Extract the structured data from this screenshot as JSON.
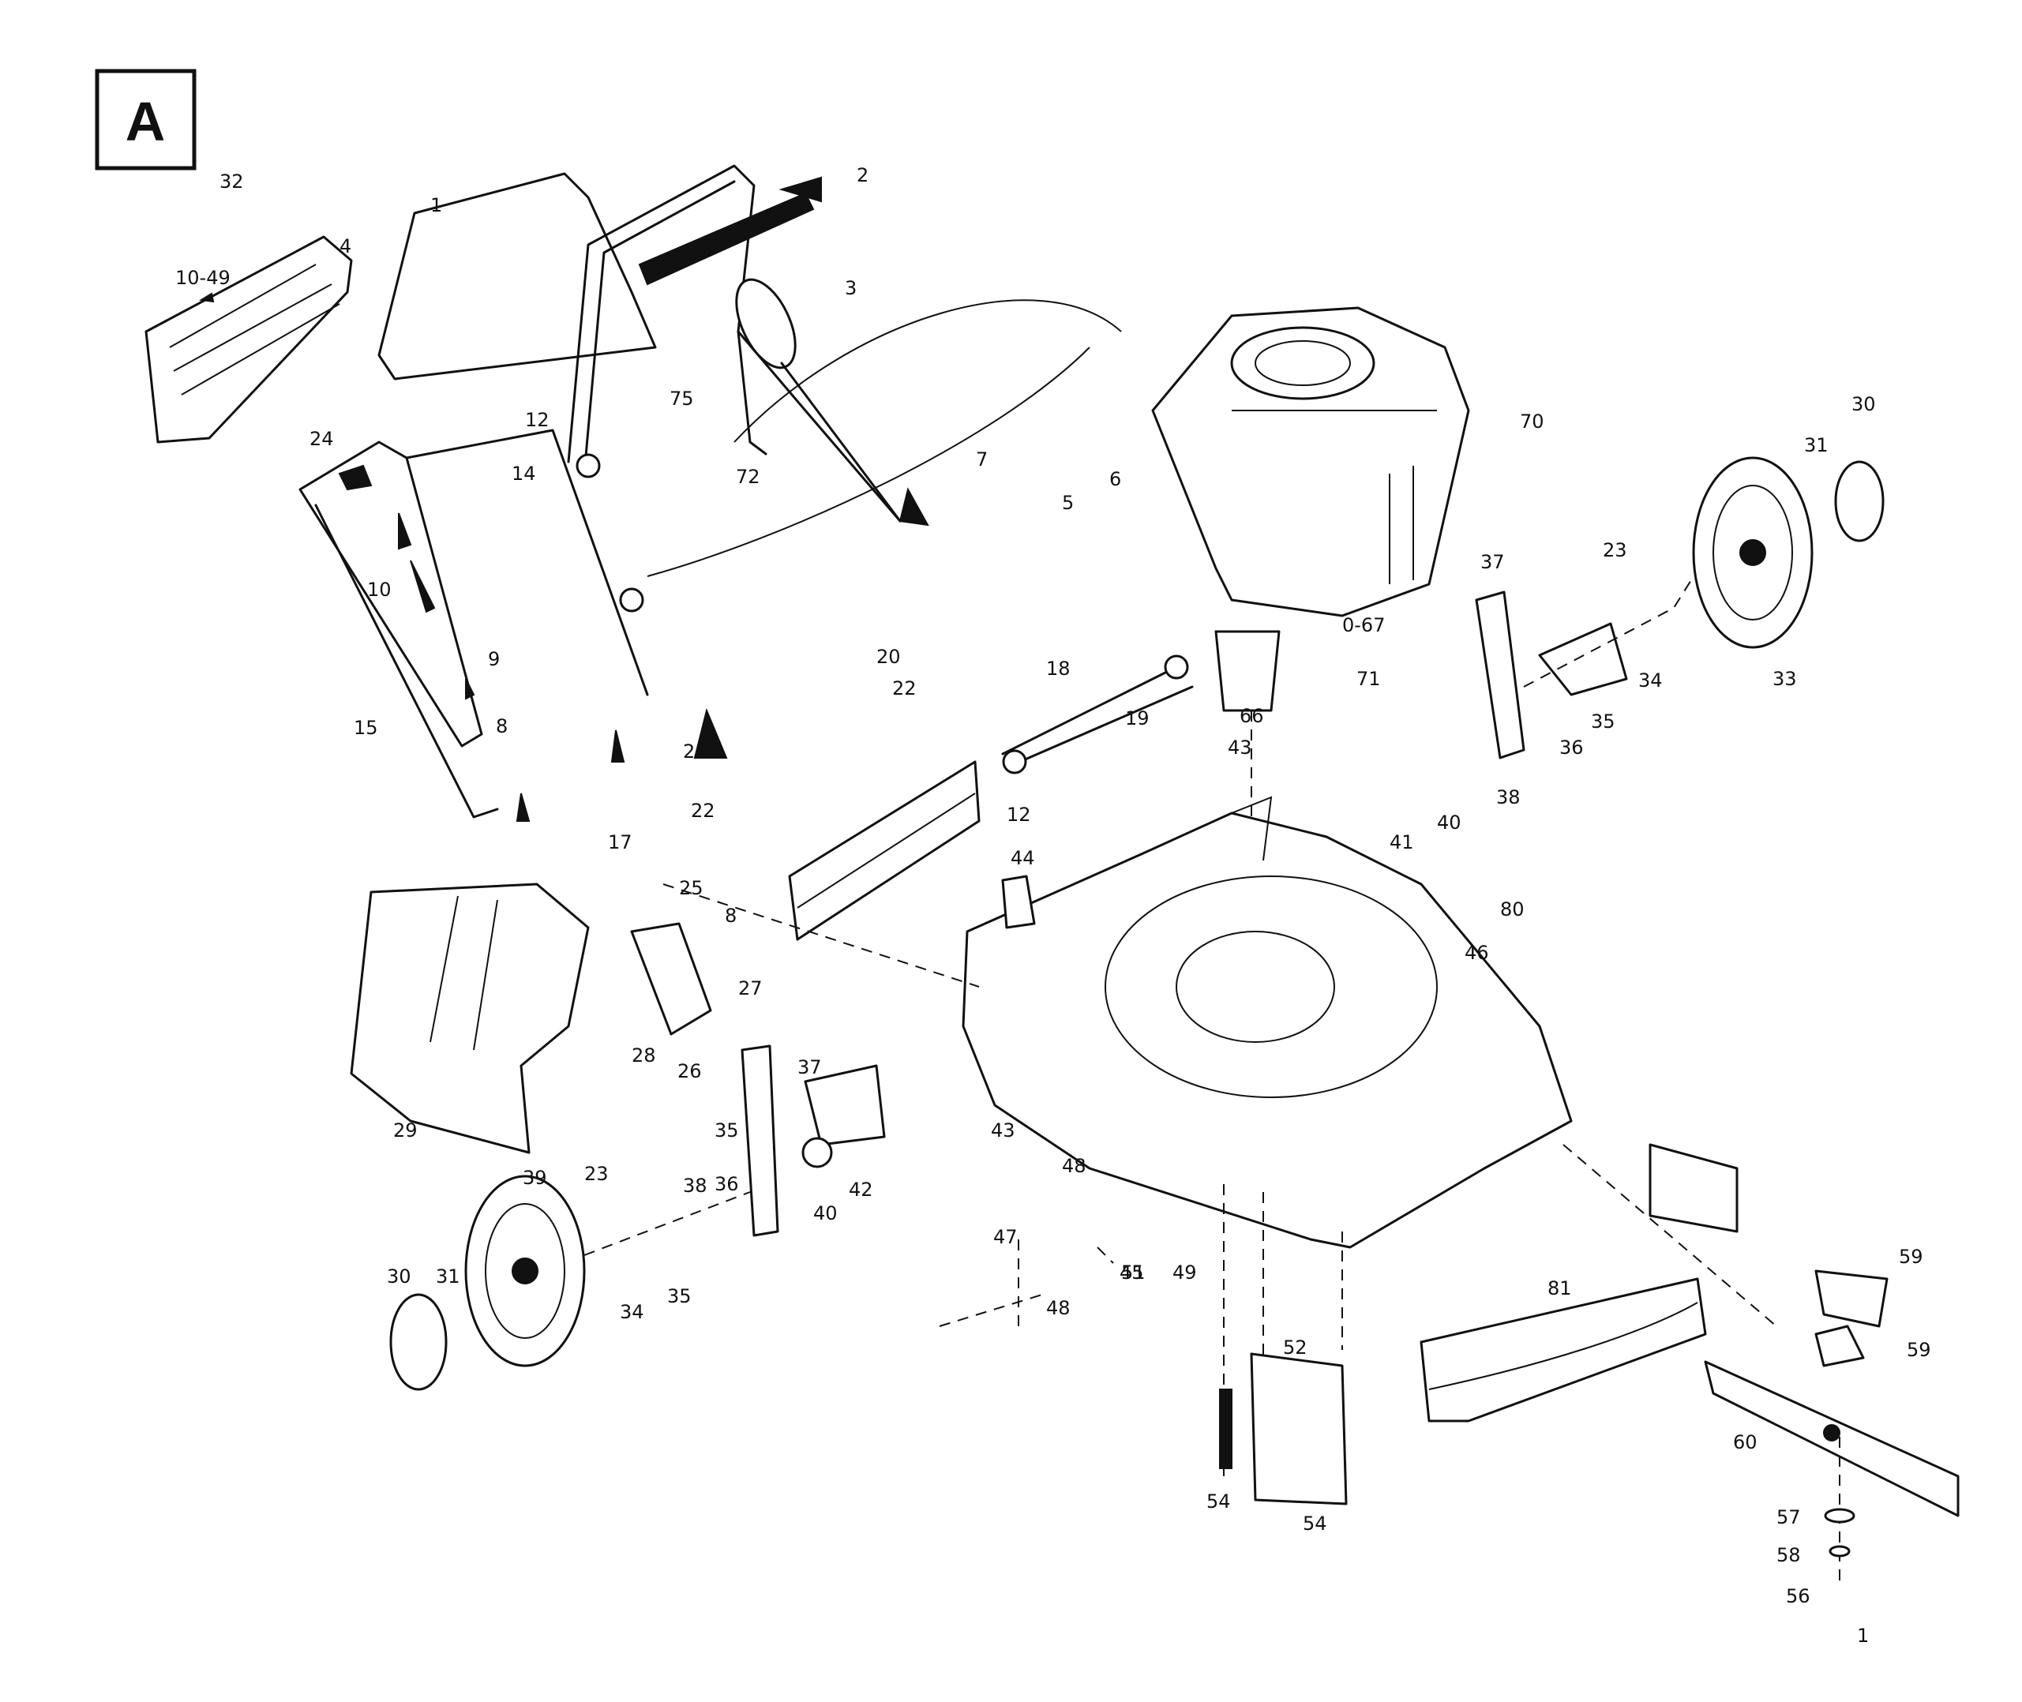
{
  "frame_label": "A",
  "part_labels": [
    {
      "id": "p32",
      "text": "32"
    },
    {
      "id": "p1",
      "text": "1"
    },
    {
      "id": "p2",
      "text": "2"
    },
    {
      "id": "p3",
      "text": "3"
    },
    {
      "id": "p4",
      "text": "4"
    },
    {
      "id": "p10_49",
      "text": "10-49"
    },
    {
      "id": "p24a",
      "text": "24"
    },
    {
      "id": "p12",
      "text": "12"
    },
    {
      "id": "p75",
      "text": "75"
    },
    {
      "id": "p14",
      "text": "14"
    },
    {
      "id": "p72",
      "text": "72"
    },
    {
      "id": "p7",
      "text": "7"
    },
    {
      "id": "p10",
      "text": "10"
    },
    {
      "id": "p9",
      "text": "9"
    },
    {
      "id": "p8",
      "text": "8"
    },
    {
      "id": "p15",
      "text": "15"
    },
    {
      "id": "p17",
      "text": "17"
    },
    {
      "id": "p70",
      "text": "70"
    },
    {
      "id": "p5",
      "text": "5"
    },
    {
      "id": "p6",
      "text": "6"
    },
    {
      "id": "p0_67",
      "text": "0-67"
    },
    {
      "id": "p30a",
      "text": "30"
    },
    {
      "id": "p31a",
      "text": "31"
    },
    {
      "id": "p23a",
      "text": "23"
    },
    {
      "id": "p37a",
      "text": "37"
    },
    {
      "id": "p34a",
      "text": "34"
    },
    {
      "id": "p35a",
      "text": "35"
    },
    {
      "id": "p36a",
      "text": "36"
    },
    {
      "id": "p38a",
      "text": "38"
    },
    {
      "id": "p33",
      "text": "33"
    },
    {
      "id": "p18",
      "text": "18"
    },
    {
      "id": "p19",
      "text": "19"
    },
    {
      "id": "p20",
      "text": "20"
    },
    {
      "id": "p22a",
      "text": "22"
    },
    {
      "id": "p21",
      "text": "21"
    },
    {
      "id": "p22b",
      "text": "22"
    },
    {
      "id": "p12b",
      "text": "12"
    },
    {
      "id": "p66",
      "text": "66"
    },
    {
      "id": "p71",
      "text": "71"
    },
    {
      "id": "p43a",
      "text": "43"
    },
    {
      "id": "p41",
      "text": "41"
    },
    {
      "id": "p40",
      "text": "40"
    },
    {
      "id": "p44",
      "text": "44"
    },
    {
      "id": "p80",
      "text": "80"
    },
    {
      "id": "p46",
      "text": "46"
    },
    {
      "id": "p25",
      "text": "25"
    },
    {
      "id": "p8b",
      "text": "8"
    },
    {
      "id": "p27",
      "text": "27"
    },
    {
      "id": "p28",
      "text": "28"
    },
    {
      "id": "p26",
      "text": "26"
    },
    {
      "id": "p37b",
      "text": "37"
    },
    {
      "id": "p35b",
      "text": "35"
    },
    {
      "id": "p36b",
      "text": "36"
    },
    {
      "id": "p29",
      "text": "29"
    },
    {
      "id": "p39",
      "text": "39"
    },
    {
      "id": "p42",
      "text": "42"
    },
    {
      "id": "p40b",
      "text": "40"
    },
    {
      "id": "p43b",
      "text": "43"
    },
    {
      "id": "p48a",
      "text": "48"
    },
    {
      "id": "p47",
      "text": "47"
    },
    {
      "id": "p48b",
      "text": "48"
    },
    {
      "id": "p45",
      "text": "45"
    },
    {
      "id": "p23b",
      "text": "23"
    },
    {
      "id": "p38b",
      "text": "38"
    },
    {
      "id": "p30b",
      "text": "30"
    },
    {
      "id": "p31b",
      "text": "31"
    },
    {
      "id": "p34b",
      "text": "34"
    },
    {
      "id": "p35c",
      "text": "35"
    },
    {
      "id": "p51",
      "text": "51"
    },
    {
      "id": "p49",
      "text": "49"
    },
    {
      "id": "p52",
      "text": "52"
    },
    {
      "id": "p54a",
      "text": "54"
    },
    {
      "id": "p54b",
      "text": "54"
    },
    {
      "id": "p81",
      "text": "81"
    },
    {
      "id": "p59a",
      "text": "59"
    },
    {
      "id": "p59b",
      "text": "59"
    },
    {
      "id": "p60",
      "text": "60"
    },
    {
      "id": "p57",
      "text": "57"
    },
    {
      "id": "p58",
      "text": "58"
    },
    {
      "id": "p56",
      "text": "56"
    },
    {
      "id": "p1b",
      "text": "1"
    }
  ]
}
